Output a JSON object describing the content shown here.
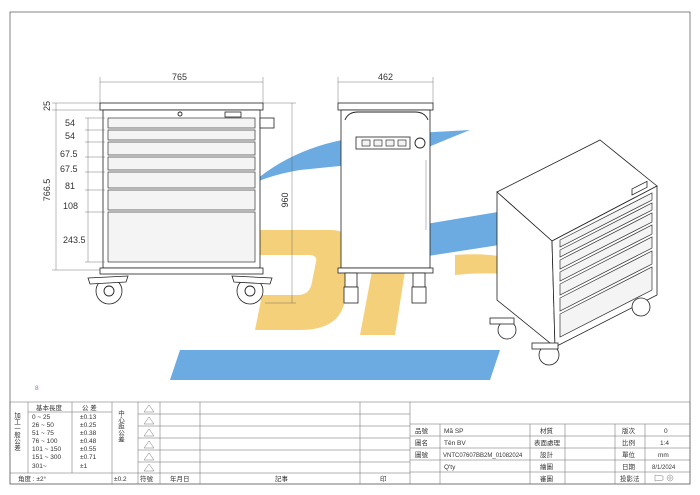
{
  "front_view": {
    "width": "765",
    "top_offset": "25",
    "height": "766.5",
    "drawer_heights": [
      "54",
      "54",
      "67.5",
      "67.5",
      "81",
      "108",
      "243.5"
    ]
  },
  "side_view": {
    "width": "462",
    "height": "960"
  },
  "title_block": {
    "revision_mark": "8",
    "tolerance_header": [
      "基本長度",
      "公 差"
    ],
    "tolerance_rows": [
      [
        "0 ~ 25",
        "±0.13"
      ],
      [
        "26 ~ 50",
        "±0.25"
      ],
      [
        "51 ~ 75",
        "±0.38"
      ],
      [
        "76 ~ 100",
        "±0.48"
      ],
      [
        "101 ~ 150",
        "±0.55"
      ],
      [
        "151 ~ 300",
        "±0.71"
      ],
      [
        "301~",
        "±1"
      ]
    ],
    "side_label_left": "加工一般公差",
    "side_label_mid": "中心距公差",
    "angle": "角度 : ±2°",
    "angle_tol": "±0.2",
    "revision_footer": [
      "符號",
      "年月日",
      "記事",
      "印"
    ],
    "rows": [
      {
        "label": "品號",
        "value": "Mã SP",
        "label2": "材質",
        "value2": "",
        "label3": "版次",
        "value3": "0"
      },
      {
        "label": "圖名",
        "value": "Tên BV",
        "label2": "表面處理",
        "value2": "",
        "label3": "比例",
        "value3": "1:4"
      },
      {
        "label": "圖號",
        "value": "VNTC07607BB2M_01082024",
        "label2": "設計",
        "value2": "",
        "label3": "單位",
        "value3": "mm"
      },
      {
        "label": "",
        "value": "Q'ty",
        "label2": "繪圖",
        "value2": "",
        "label3": "日期",
        "value3": "8/1/2024"
      },
      {
        "label": "",
        "value": "",
        "label2": "審圖",
        "value2": "",
        "label3": "投影法",
        "value3": ""
      }
    ]
  },
  "colors": {
    "logo_blue": "#3b8fd8",
    "logo_yellow": "#f2c14e"
  }
}
